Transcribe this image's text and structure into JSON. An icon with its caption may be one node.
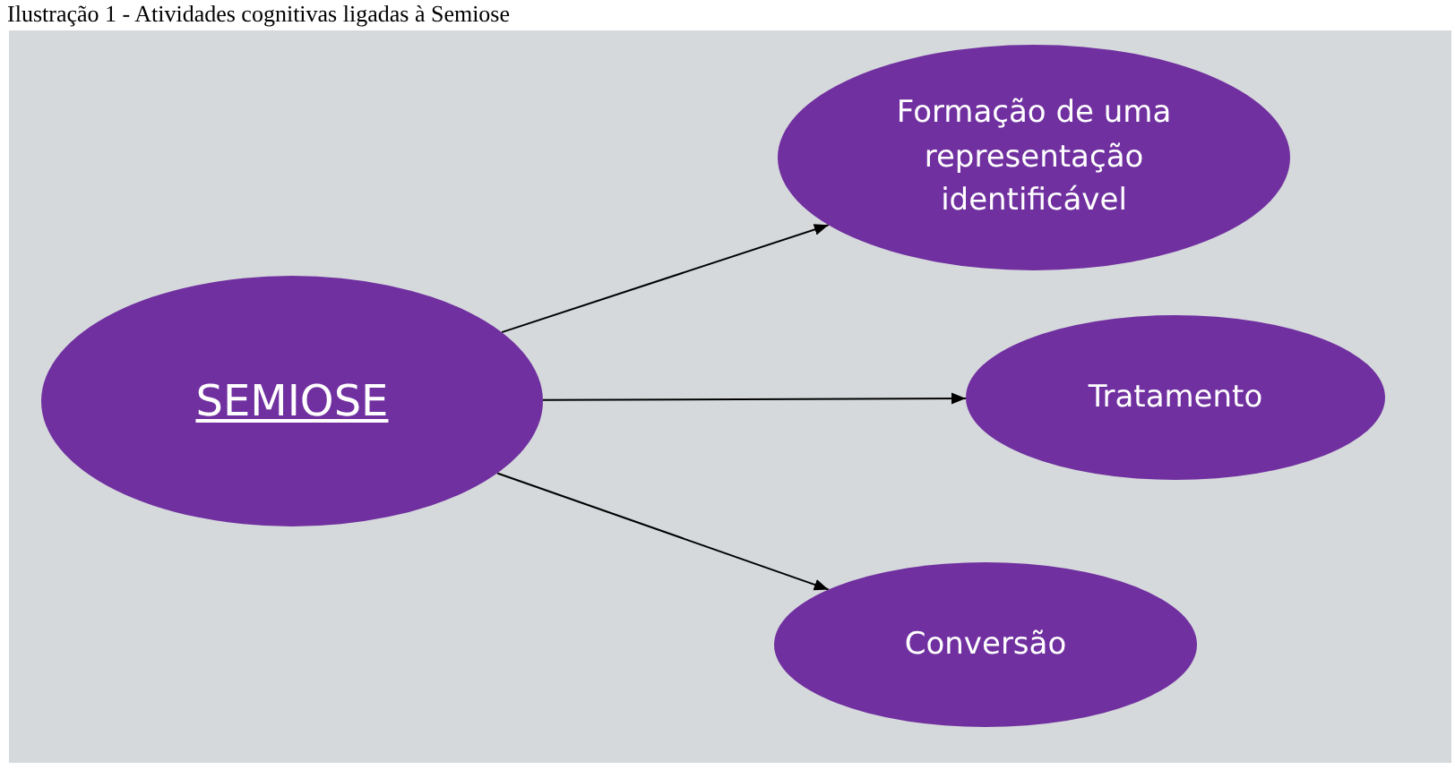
{
  "diagram": {
    "title": "Ilustração 1 - Atividades cognitivas ligadas à Semiose",
    "nodes": [
      {
        "text": [
          "SEMIOSE"
        ]
      },
      {
        "text": [
          "Formação de uma representação identificável"
        ]
      },
      {
        "text": [
          "Tratamento"
        ]
      },
      {
        "text": [
          "Conversão"
        ]
      }
    ],
    "edges": [
      {
        "from": 0,
        "to": 1,
        "arrow": "to"
      },
      {
        "from": 0,
        "to": 2,
        "arrow": "to"
      },
      {
        "from": 0,
        "to": 3,
        "arrow": "to"
      }
    ]
  }
}
